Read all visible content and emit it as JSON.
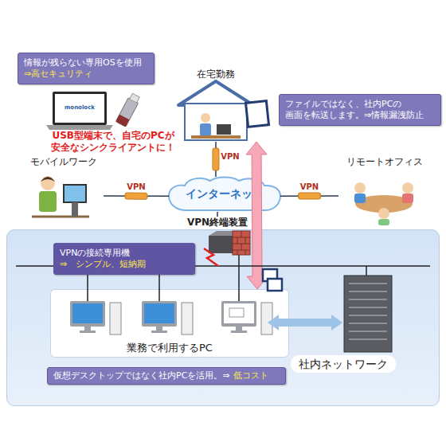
{
  "diagram": {
    "nodes": [
      {
        "text": [
          "情報が残らない専用OSを使用",
          "⇒高セキュリティ"
        ]
      },
      {
        "text": [
          "在宅勤務"
        ]
      },
      {
        "text": [
          "ファイルではなく、社内PCの 画面を転送します。⇒情報漏洩防止"
        ]
      },
      {
        "text": [
          "モバイルワーク"
        ]
      },
      {
        "text": [
          "インターネット"
        ]
      },
      {
        "text": [
          "リモートオフィス"
        ]
      },
      {
        "text": [
          "VPN終端装置"
        ]
      },
      {
        "text": [
          "社内ネットワーク"
        ]
      },
      {
        "text": [
          "VPNの接続専用機",
          "⇒　シンプル、短納期"
        ],
        "in": 7
      },
      {
        "text": [
          "業務で利用するPC"
        ],
        "in": 7
      },
      {
        "text": [
          "仮想デスクトップではなく社内PCを活用。⇒",
          "低コスト"
        ],
        "in": 7
      }
    ],
    "edges": [
      {
        "from": 3,
        "to": 4,
        "label": "VPN",
        "arrow": "none"
      },
      {
        "from": 4,
        "to": 5,
        "label": "VPN",
        "arrow": "none"
      },
      {
        "from": 1,
        "to": 4,
        "label": "VPN",
        "arrow": "none"
      },
      {
        "from": 4,
        "to": 6,
        "arrow": "none"
      },
      {
        "from": 9,
        "to": 1,
        "arrow": "both"
      }
    ],
    "labels": [
      "monolock",
      "USB型端末で、自宅のPCが 安全なシンクライアントに！"
    ]
  }
}
